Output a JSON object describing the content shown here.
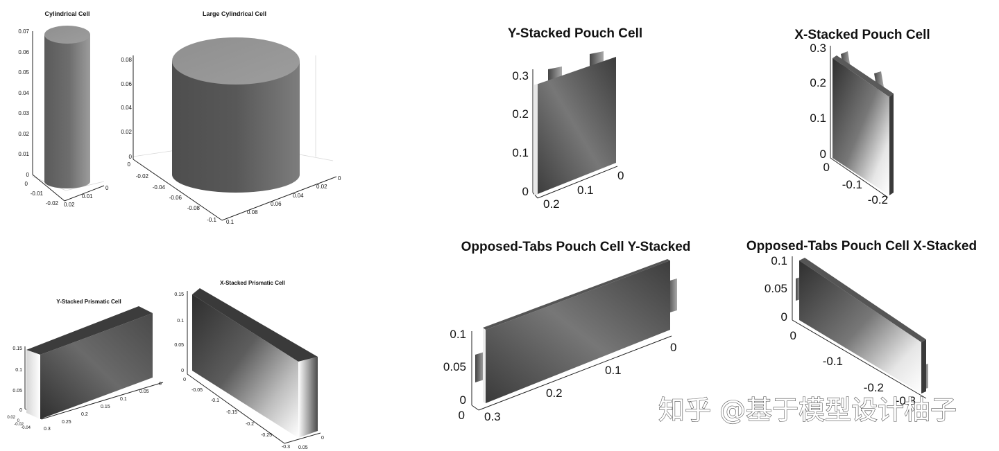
{
  "chart_data": [
    {
      "type": "3d-surface",
      "title": "Cylindrical Cell",
      "ticks": {
        "z": [
          "0.07",
          "0.06",
          "0.05",
          "0.04",
          "0.03",
          "0.02",
          "0.01",
          "0"
        ],
        "left": [
          "0",
          "-0.01",
          "-0.02"
        ],
        "right": [
          "0",
          "0.01",
          "0.02"
        ]
      }
    },
    {
      "type": "3d-surface",
      "title": "Large Cylindrical Cell",
      "ticks": {
        "z": [
          "0.08",
          "0.06",
          "0.04",
          "0.02",
          "0"
        ],
        "left": [
          "0",
          "-0.02",
          "-0.04",
          "-0.06",
          "-0.08",
          "-0.1"
        ],
        "right": [
          "0",
          "0.02",
          "0.04",
          "0.06",
          "0.08",
          "0.1"
        ]
      }
    },
    {
      "type": "3d-surface",
      "title": "Y-Stacked Prismatic Cell",
      "ticks": {
        "z": [
          "0.15",
          "0.1",
          "0.05",
          "0"
        ],
        "left": [
          "0.02",
          "0",
          "-0.02",
          "-0.04"
        ],
        "right": [
          "0",
          "0.05",
          "0.1",
          "0.15",
          "0.2",
          "0.25",
          "0.3"
        ]
      }
    },
    {
      "type": "3d-surface",
      "title": "X-Stacked Prismatic Cell",
      "ticks": {
        "z": [
          "0.15",
          "0.1",
          "0.05",
          "0"
        ],
        "left": [
          "0",
          "-0.05",
          "-0.1",
          "-0.15",
          "-0.2",
          "-0.25",
          "-0.3"
        ],
        "right": [
          "0",
          "0.05"
        ]
      }
    },
    {
      "type": "3d-surface",
      "title": "Y-Stacked Pouch Cell",
      "ticks": {
        "z": [
          "0.3",
          "0.2",
          "0.1",
          "0"
        ],
        "right": [
          "0",
          "0.1",
          "0.2"
        ]
      }
    },
    {
      "type": "3d-surface",
      "title": "X-Stacked Pouch Cell",
      "ticks": {
        "z": [
          "0.3",
          "0.2",
          "0.1",
          "0"
        ],
        "left": [
          "0",
          "-0.1",
          "-0.2"
        ]
      }
    },
    {
      "type": "3d-surface",
      "title": "Opposed-Tabs Pouch Cell Y-Stacked",
      "ticks": {
        "z": [
          "0.1",
          "0.05",
          "0",
          "0"
        ],
        "right": [
          "0",
          "0.1",
          "0.2",
          "0.3"
        ]
      }
    },
    {
      "type": "3d-surface",
      "title": "Opposed-Tabs Pouch Cell X-Stacked",
      "ticks": {
        "z": [
          "0.1",
          "0.05",
          "0",
          "0"
        ],
        "left": [
          "0",
          "-0.1",
          "-0.2",
          "-0.3"
        ]
      }
    }
  ],
  "watermark": "知乎 @基于模型设计柚子",
  "colors": {
    "surface_dark": "#3f3f3f",
    "surface_mid": "#7a7a7a",
    "surface_light": "#f4f4f4",
    "top_face": "#9a9a9a"
  }
}
